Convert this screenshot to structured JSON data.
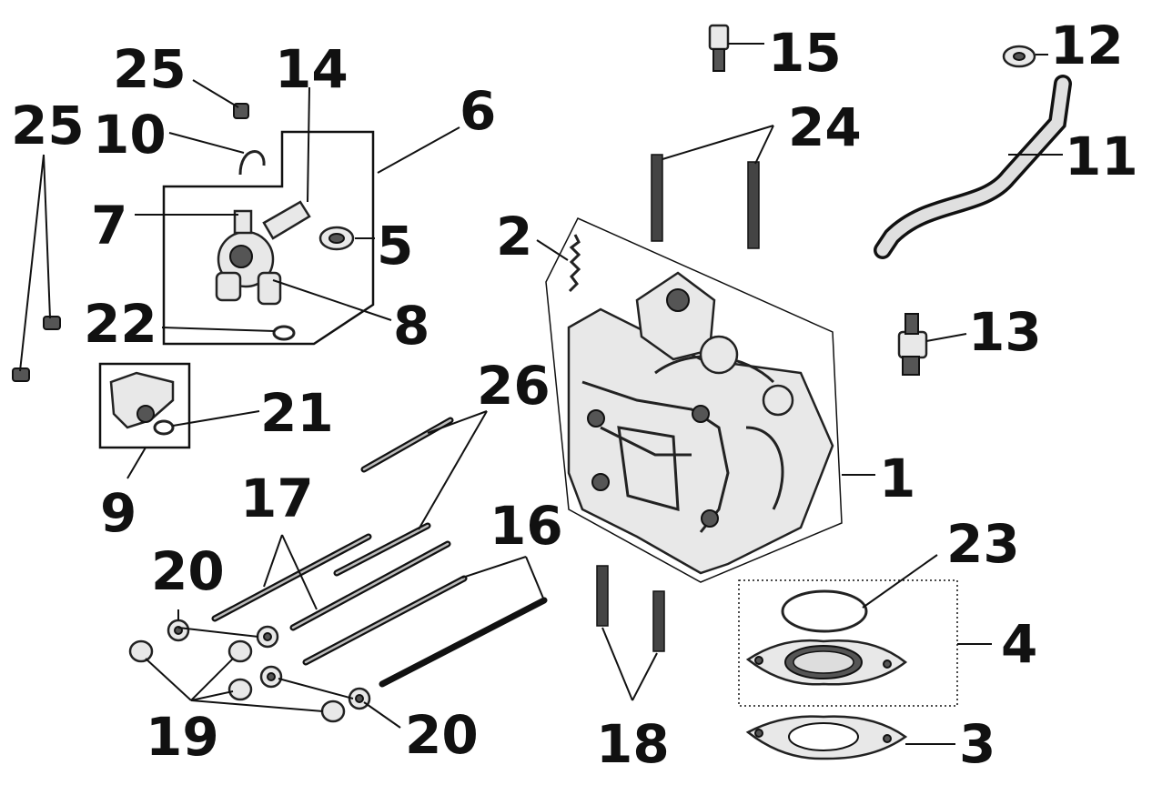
{
  "callouts": {
    "c1": "1",
    "c2": "2",
    "c3": "3",
    "c4": "4",
    "c5": "5",
    "c6": "6",
    "c7": "7",
    "c8": "8",
    "c9": "9",
    "c10": "10",
    "c11": "11",
    "c12": "12",
    "c13": "13",
    "c14": "14",
    "c15": "15",
    "c16": "16",
    "c17": "17",
    "c18": "18",
    "c19": "19",
    "c20a": "20",
    "c20b": "20",
    "c21": "21",
    "c22": "22",
    "c23": "23",
    "c24": "24",
    "c25a": "25",
    "c25b": "25",
    "c26": "26"
  }
}
